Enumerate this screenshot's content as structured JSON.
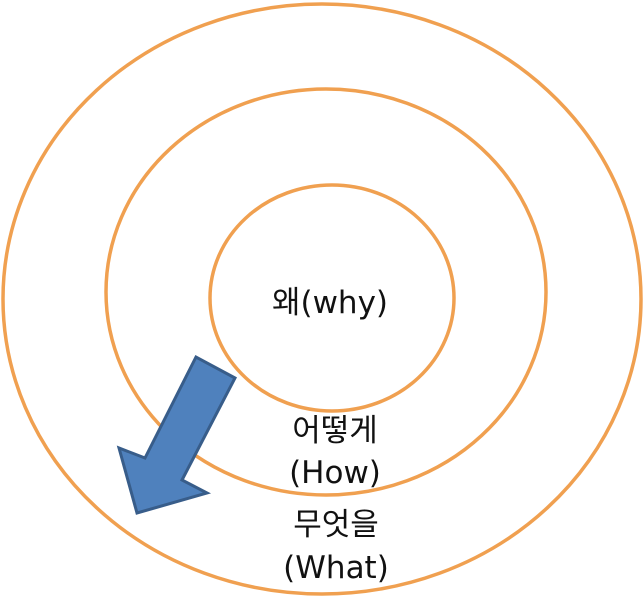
{
  "colors": {
    "ring": "#F0A050",
    "arrow_fill": "#4F81BD",
    "arrow_stroke": "#385D8A",
    "text": "#111111"
  },
  "rings": [
    {
      "id": "inner",
      "label": "왜(why)"
    },
    {
      "id": "middle",
      "label_line1": "어떻게",
      "label_line2": "(How)"
    },
    {
      "id": "outer",
      "label_line1": "무엇을",
      "label_line2": "(What)"
    }
  ],
  "arrow": {
    "icon": "arrow-down-left-icon"
  }
}
